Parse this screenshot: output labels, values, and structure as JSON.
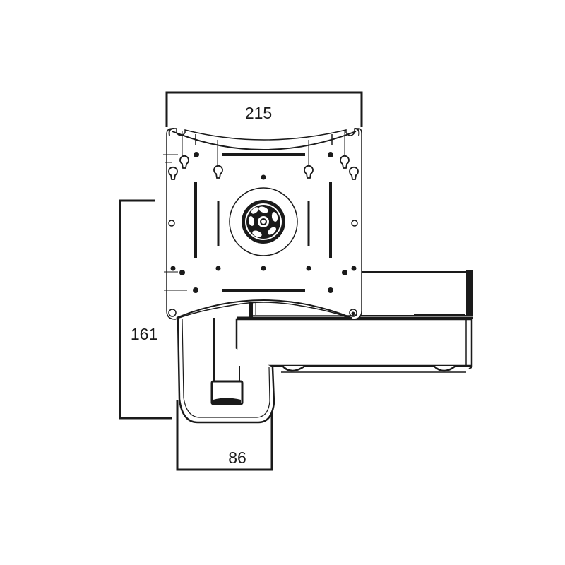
{
  "diagram": {
    "type": "technical-dimension-drawing",
    "subject": "TV wall mount bracket (front view)",
    "units": "mm",
    "colors": {
      "stroke": "#1a1a1a",
      "background": "#ffffff",
      "thin_stroke": "#555555"
    },
    "dimensions": {
      "width": {
        "label": "215",
        "orientation": "horizontal",
        "position": "top"
      },
      "height": {
        "label": "161",
        "orientation": "vertical",
        "position": "left"
      },
      "depth": {
        "label": "86",
        "orientation": "horizontal",
        "position": "bottom"
      }
    },
    "parts": [
      {
        "name": "VESA mounting plate"
      },
      {
        "name": "Central rotation hub"
      },
      {
        "name": "Articulating arm"
      },
      {
        "name": "Wall base bracket"
      }
    ]
  }
}
